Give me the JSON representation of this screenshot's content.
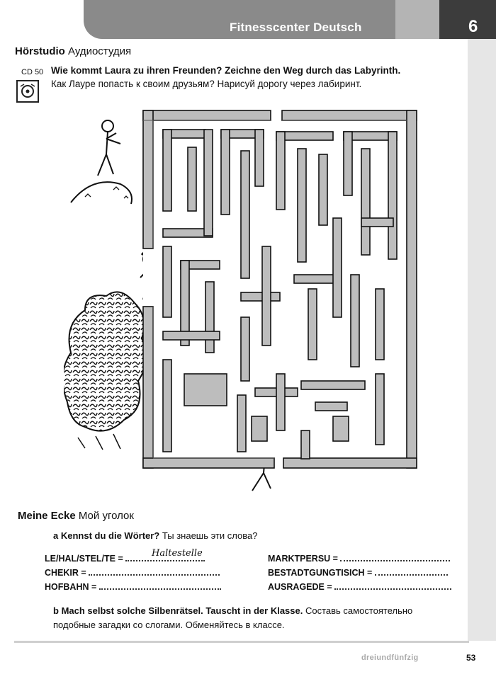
{
  "header": {
    "title": "Fitnesscenter Deutsch",
    "chapter": "6"
  },
  "section1": {
    "title_de": "Hörstudio",
    "title_ru": "Аудиостудия",
    "cd_label": "CD 50",
    "task_de": "Wie kommt Laura zu ihren Freunden? Zeichne den Weg durch das Labyrinth.",
    "task_ru": "Как Лауре попасть к своим друзьям? Нарисуй дорогу через лабиринт."
  },
  "section2": {
    "title_de": "Meine Ecke",
    "title_ru": "Мой уголок",
    "ex_a": {
      "letter": "a",
      "question_de": "Kennst du die Wörter?",
      "question_ru": "Ты знаешь эти слова?"
    },
    "words_left": [
      {
        "puzzle": "LE/HAL/STEL/TE =",
        "answer": "Haltestelle"
      },
      {
        "puzzle": "CHEKIR =",
        "answer": ""
      },
      {
        "puzzle": "HOFBAHN =",
        "answer": ""
      }
    ],
    "words_right": [
      {
        "puzzle": "MARKTPERSU =",
        "answer": ""
      },
      {
        "puzzle": "BESTADTGUNGTISICH =",
        "answer": ""
      },
      {
        "puzzle": "AUSRAGEDE =",
        "answer": ""
      }
    ],
    "ex_b": {
      "letter": "b",
      "text_de": "Mach selbst solche Silbenrätsel. Tauscht in der Klasse.",
      "text_ru_1": "Составь самостоятельно",
      "text_ru_2": "подобные загадки со слогами. Обменяйтесь в классе."
    }
  },
  "footer": {
    "word": "dreiundfünfzig",
    "page_number": "53"
  },
  "colors": {
    "header_dark": "#3c3c3c",
    "header_mid": "#8a8a8a",
    "maze_wall": "#bdbdbd"
  }
}
